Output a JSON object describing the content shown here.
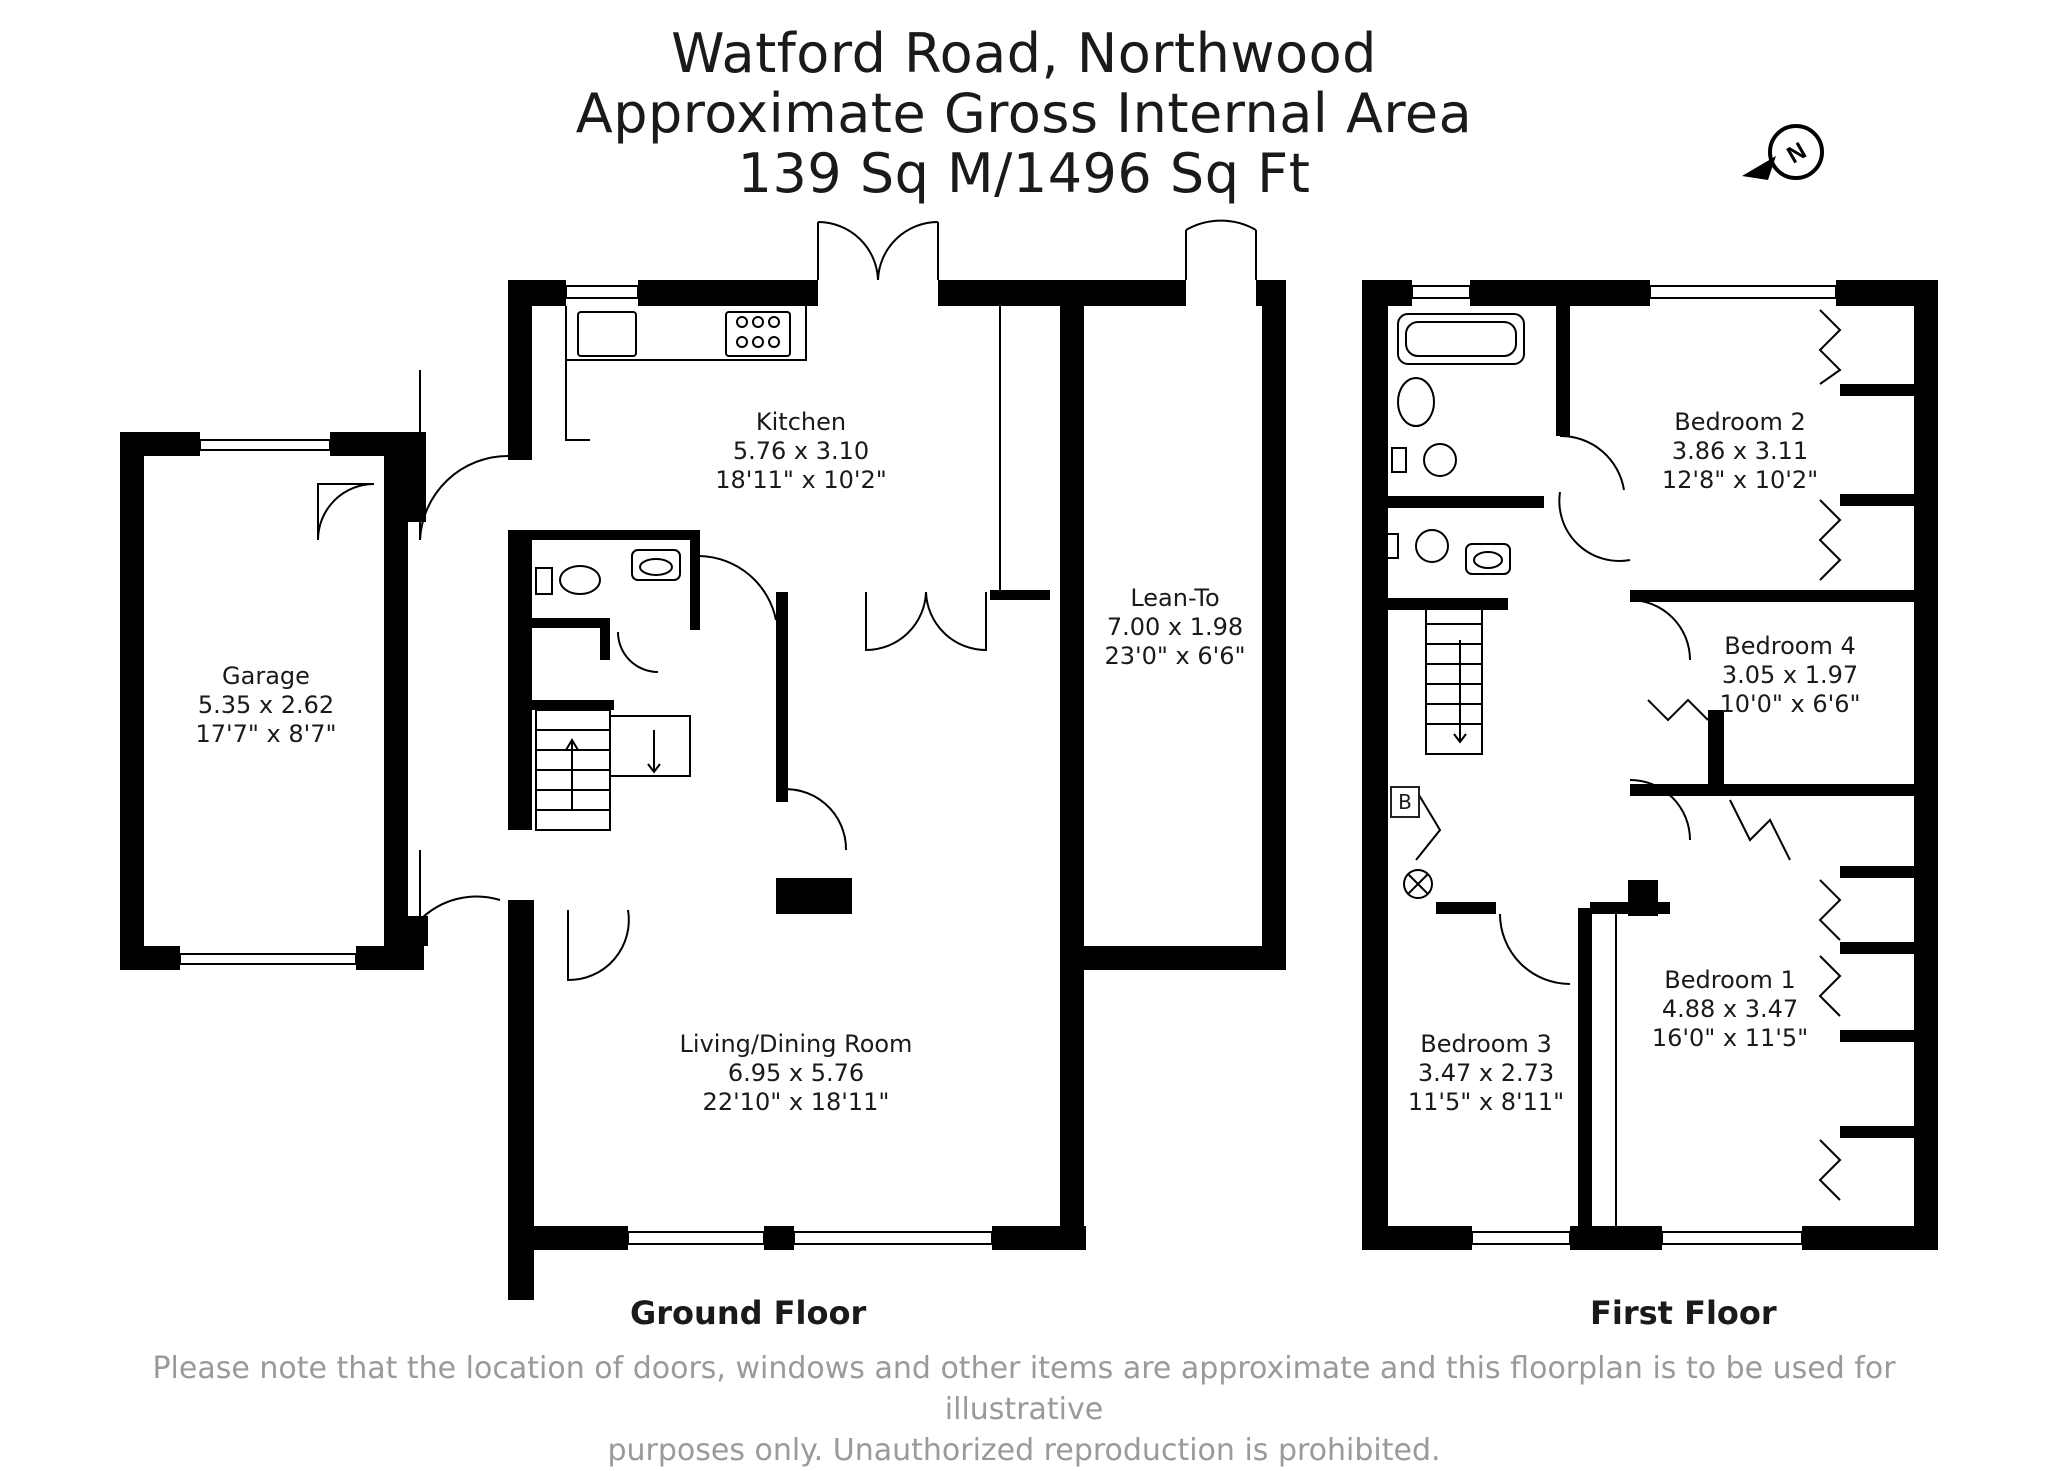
{
  "title": {
    "line1": "Watford Road, Northwood",
    "line2": "Approximate Gross Internal Area",
    "line3": "139 Sq M/1496 Sq Ft"
  },
  "floors": {
    "ground": "Ground Floor",
    "first": "First Floor"
  },
  "rooms": {
    "kitchen": {
      "name": "Kitchen",
      "metric": "5.76 x 3.10",
      "imperial": "18'11\" x 10'2\""
    },
    "lean_to": {
      "name": "Lean-To",
      "metric": "7.00 x 1.98",
      "imperial": "23'0\" x 6'6\""
    },
    "garage": {
      "name": "Garage",
      "metric": "5.35 x 2.62",
      "imperial": "17'7\" x 8'7\""
    },
    "living": {
      "name": "Living/Dining Room",
      "metric": "6.95 x 5.76",
      "imperial": "22'10\" x 18'11\""
    },
    "bedroom2": {
      "name": "Bedroom 2",
      "metric": "3.86 x 3.11",
      "imperial": "12'8\" x 10'2\""
    },
    "bedroom4": {
      "name": "Bedroom 4",
      "metric": "3.05 x 1.97",
      "imperial": "10'0\" x 6'6\""
    },
    "bedroom1": {
      "name": "Bedroom 1",
      "metric": "4.88 x 3.47",
      "imperial": "16'0\" x 11'5\""
    },
    "bedroom3": {
      "name": "Bedroom 3",
      "metric": "3.47 x 2.73",
      "imperial": "11'5\" x 8'11\""
    }
  },
  "boiler_label": "B",
  "compass_label": "N",
  "disclaimer": {
    "line1": "Please note that the location of doors, windows and other items are approximate and this floorplan is to be used for illustrative",
    "line2": "purposes only. Unauthorized reproduction is prohibited."
  },
  "colors": {
    "wall": "#000000",
    "text": "#1a1a1a",
    "disclaimer": "#9a9a9a"
  }
}
